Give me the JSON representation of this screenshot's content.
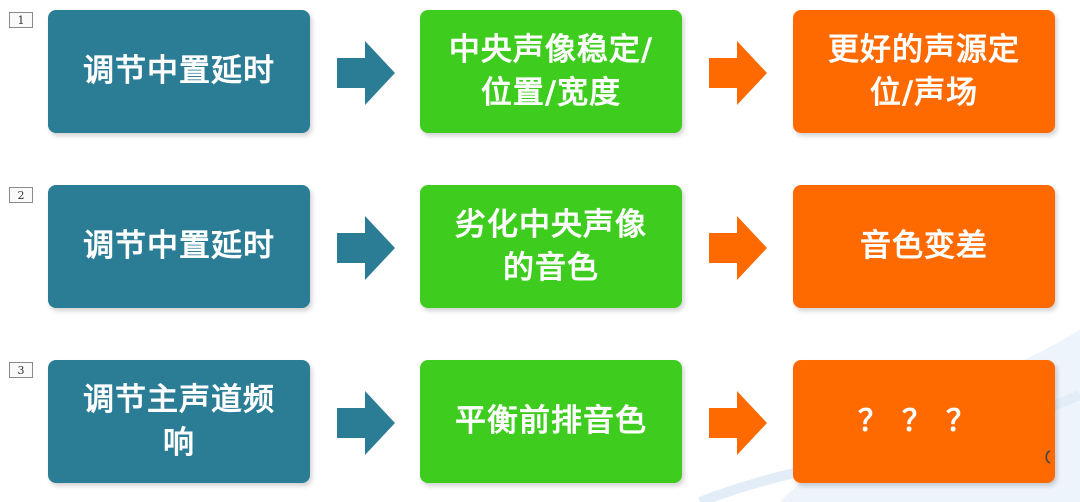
{
  "colors": {
    "cause": "#2b7c95",
    "effect": "#3ecd1e",
    "result": "#ff6a00",
    "arrow_teal": "#2b7c95",
    "arrow_orange": "#ff6a00"
  },
  "rows": [
    {
      "number": "1",
      "cause": "调节中置延时",
      "effect": "中央声像稳定/\n位置/宽度",
      "result": "更好的声源定\n位/声场"
    },
    {
      "number": "2",
      "cause": "调节中置延时",
      "effect": "劣化中央声像\n的音色",
      "result": "音色变差"
    },
    {
      "number": "3",
      "cause": "调节主声道频\n响",
      "effect": "平衡前排音色",
      "result": "？？？"
    }
  ],
  "icons": {
    "arrow_1": "right-arrow-icon",
    "arrow_2": "right-arrow-icon"
  }
}
